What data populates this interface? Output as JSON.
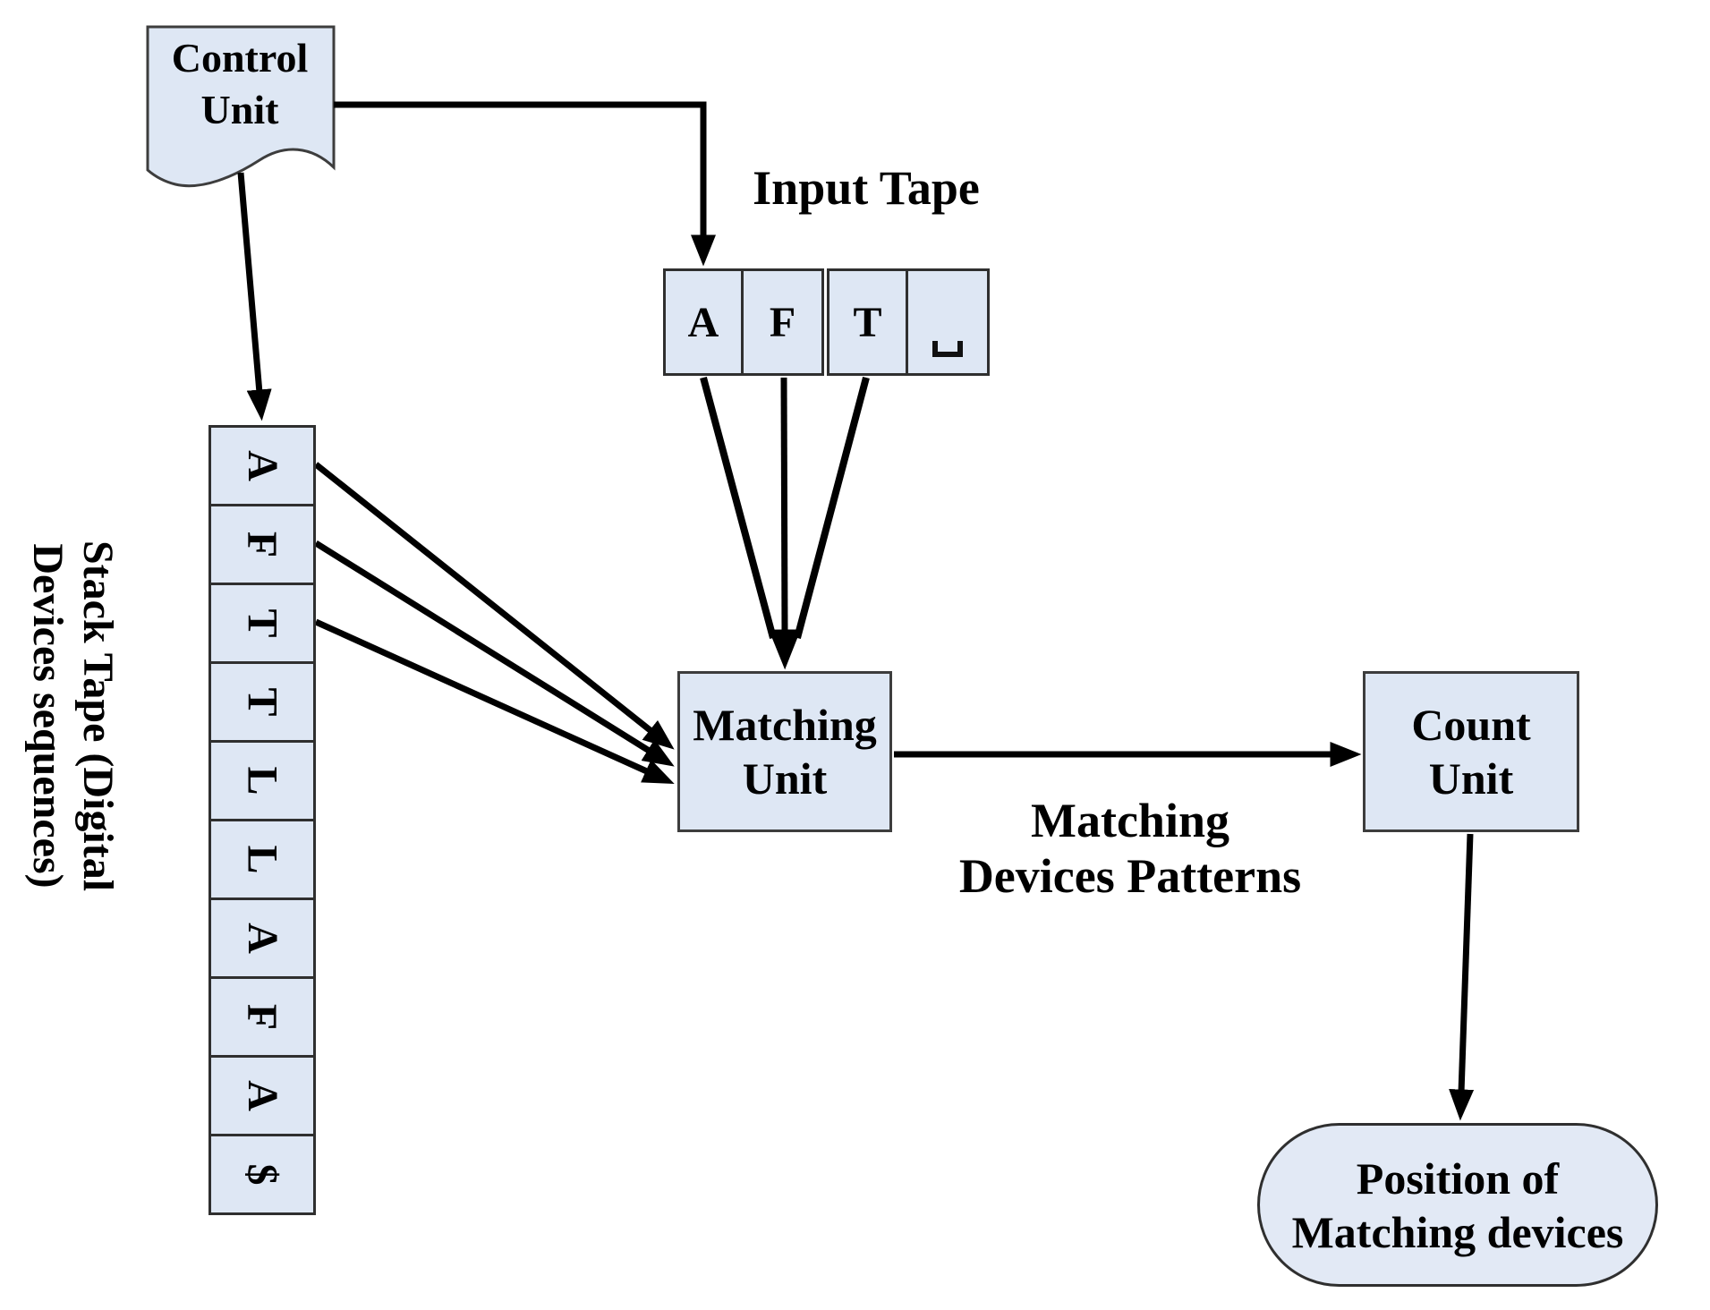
{
  "colors": {
    "node_fill": "#dee7f4",
    "node_border": "#3d3d3d",
    "arrow": "#000000",
    "background": "#ffffff",
    "text": "#000000"
  },
  "nodes": {
    "control_unit": {
      "lines": [
        "Control",
        "Unit"
      ]
    },
    "input_tape": {
      "title": "Input Tape",
      "cells": [
        "A",
        "F",
        "T"
      ],
      "blank_symbol": "open-box-blank"
    },
    "stack_tape": {
      "label_lines": [
        "Stack Tape (Digital",
        "Devices sequences)"
      ],
      "cells": [
        "A",
        "F",
        "T",
        "T",
        "L",
        "L",
        "A",
        "F",
        "A",
        "$"
      ]
    },
    "matching_unit": {
      "lines": [
        "Matching",
        "Unit"
      ]
    },
    "count_unit": {
      "lines": [
        "Count",
        "Unit"
      ]
    },
    "output": {
      "lines": [
        "Position of",
        "Matching devices"
      ]
    }
  },
  "edge_labels": {
    "matching_to_count": {
      "lines": [
        "Matching",
        "Devices Patterns"
      ]
    }
  }
}
